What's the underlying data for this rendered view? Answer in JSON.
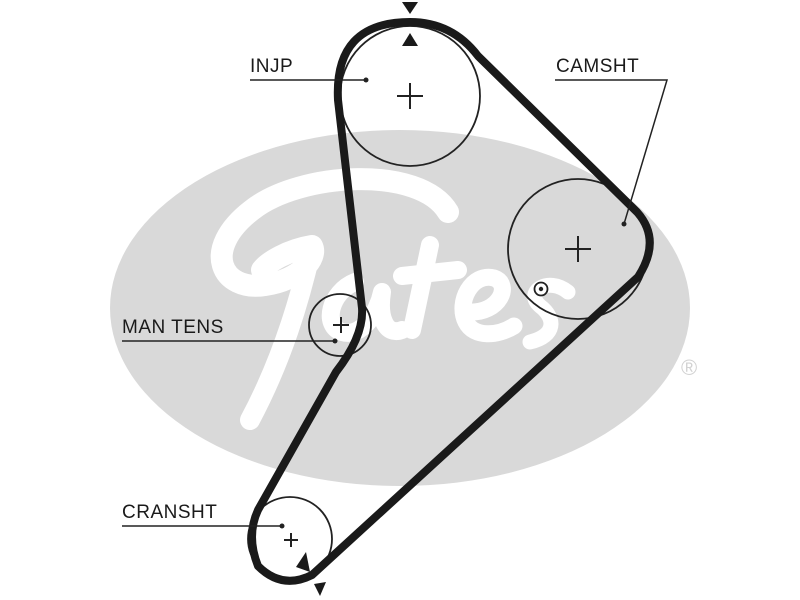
{
  "labels": {
    "injection_pump": "INJP",
    "camshaft": "CAMSHT",
    "manual_tensioner": "MAN TENS",
    "crankshaft": "CRANSHT"
  },
  "watermark": {
    "brand": "Gates",
    "registered_mark": "®",
    "color": "#d9d9d9"
  },
  "colors": {
    "belt": "#1a1a1a",
    "outline": "#222222"
  }
}
